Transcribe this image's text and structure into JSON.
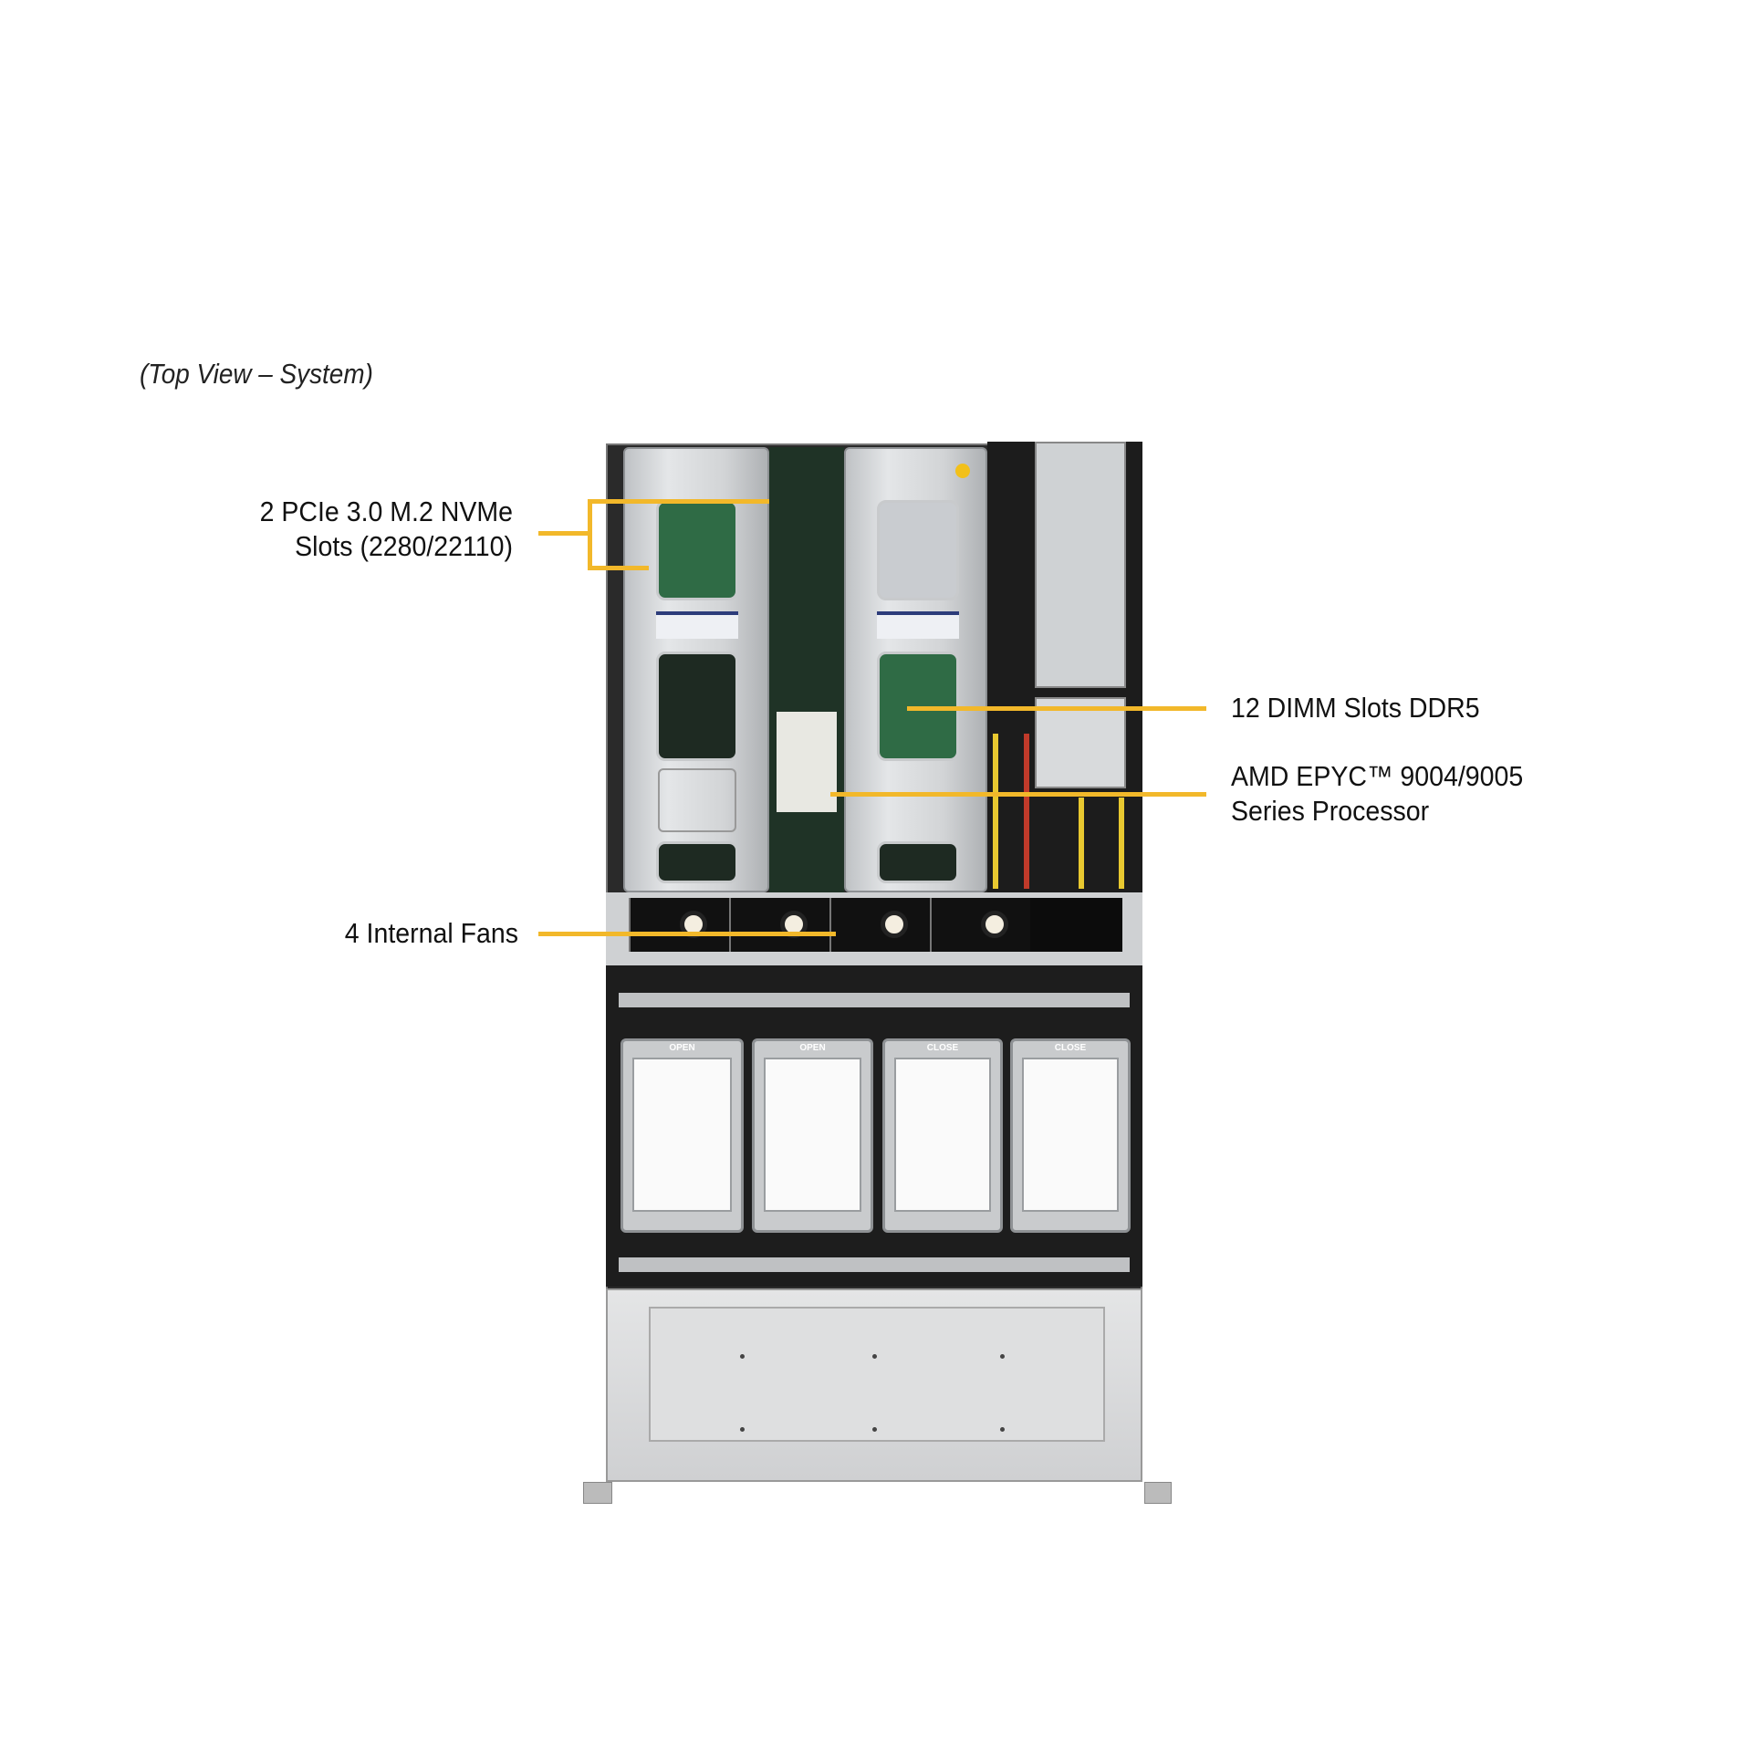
{
  "title": "(Top View – System)",
  "callouts": {
    "m2": {
      "line1": "2 PCIe 3.0 M.2 NVMe",
      "line2": "Slots (2280/22110)"
    },
    "dimm": {
      "line1": "12 DIMM Slots DDR5"
    },
    "cpu": {
      "line1": "AMD EPYC™ 9004/9005",
      "line2": "Series Processor"
    },
    "fans": {
      "line1": "4 Internal Fans"
    }
  },
  "drive_trays": [
    "OPEN",
    "OPEN",
    "CLOSE",
    "CLOSE"
  ],
  "colors": {
    "callout_line": "#f2b82a",
    "text": "#111111"
  }
}
